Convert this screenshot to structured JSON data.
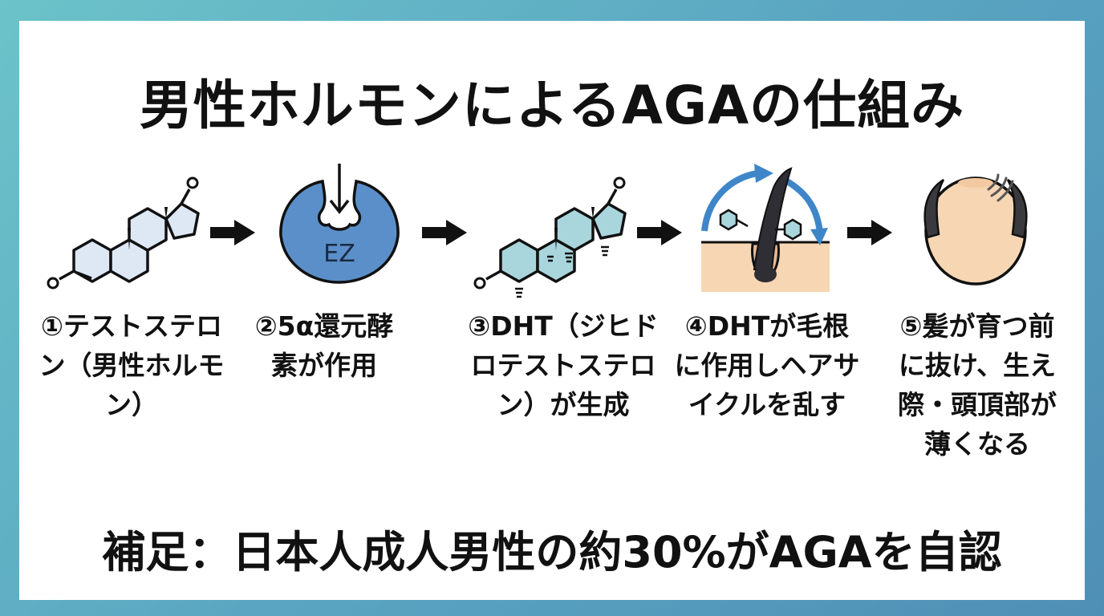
{
  "title": "男性ホルモンによるAGAの仕組み",
  "steps": [
    {
      "label": "①テストステロン（男性ホルモン）",
      "icon": "testosterone-molecule-icon"
    },
    {
      "label": "②5α還元酵素が作用",
      "icon": "enzyme-icon",
      "icon_text": "EZ"
    },
    {
      "label": "③DHT（ジヒドロテストステロン）が生成",
      "icon": "dht-molecule-icon"
    },
    {
      "label": "④DHTが毛根に作用しヘアサイクルを乱す",
      "icon": "hair-follicle-icon"
    },
    {
      "label": "⑤髪が育つ前に抜け、生え際・頭頂部が薄くなる",
      "icon": "thinning-head-icon"
    }
  ],
  "note": "補足：日本人成人男性の約30%がAGAを自認",
  "colors": {
    "enzyme_blue": "#5b8fc9",
    "molecule_fill": "#dde8f4",
    "dht_fill": "#a9d6dc",
    "skin": "#f6d6b3",
    "arrow_blue": "#3f86c9"
  }
}
